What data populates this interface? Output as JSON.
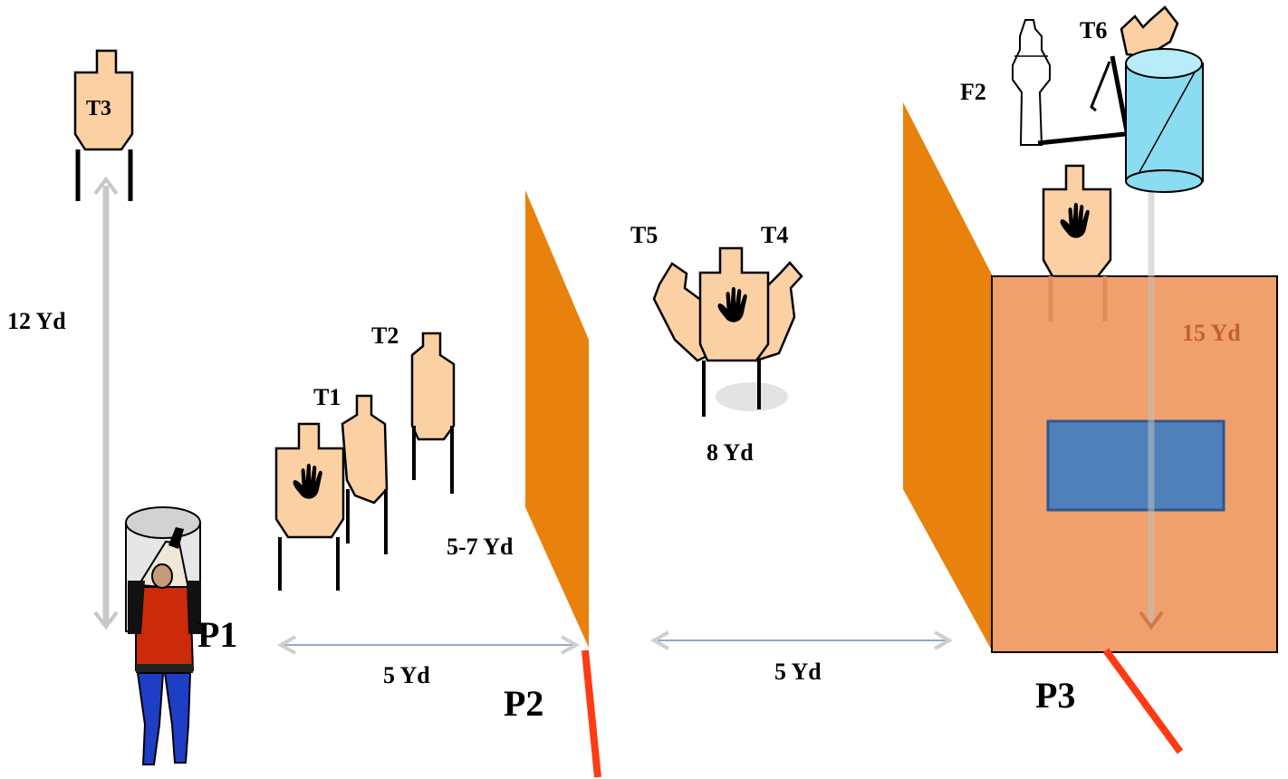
{
  "targets": {
    "t1": "T1",
    "t2": "T2",
    "t3": "T3",
    "t4": "T4",
    "t5": "T5",
    "t6": "T6",
    "f2": "F2"
  },
  "positions": {
    "p1": "P1",
    "p2": "P2",
    "p3": "P3"
  },
  "distances": {
    "d_t3": "12 Yd",
    "d_t1_t2": "5-7 Yd",
    "d_t4_t5": "8 Yd",
    "d_p1_p2": "5 Yd",
    "d_p2_p3": "5 Yd",
    "d_t6_box": "15 Yd"
  },
  "colors": {
    "target_fill": "#fbd1a4",
    "wall_orange": "#e8820c",
    "box_fill": "#f0a06d",
    "window_blue": "#4f80ba",
    "barrel_blue": "#8adcf0",
    "fault_line": "#ff3b13",
    "arrow_blue": "#6f8fb5",
    "accent_15yd": "#c0622a"
  },
  "icons": {
    "no_shoot": "hand-icon",
    "shooter": "shooter-figure-icon"
  }
}
